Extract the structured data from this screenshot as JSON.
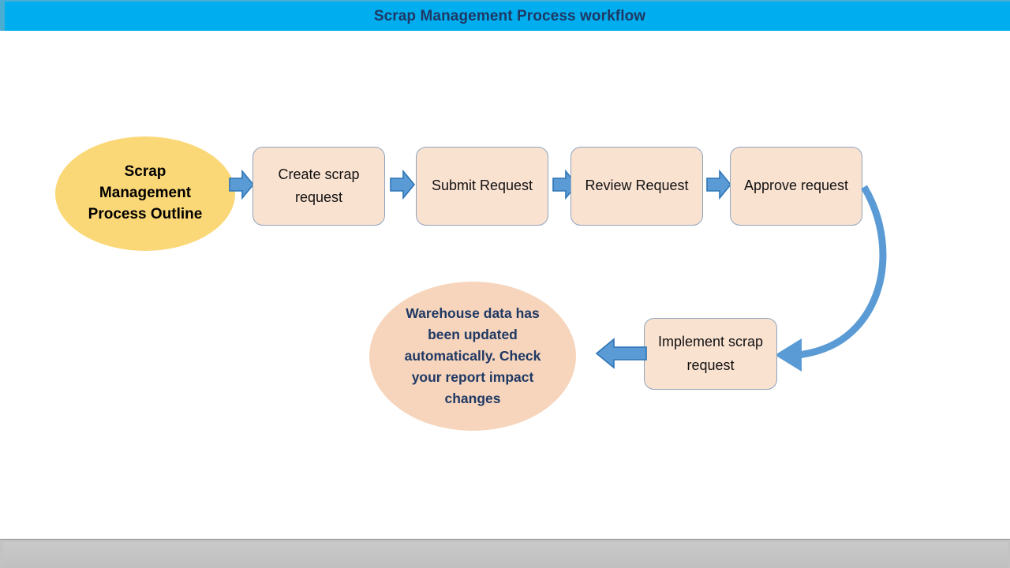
{
  "header": {
    "title": "Scrap Management Process workflow",
    "background_color": "#00AEEF",
    "text_color": "#1F3864"
  },
  "diagram": {
    "start_node": {
      "label": "Scrap Management Process Outline",
      "shape": "ellipse",
      "fill_color": "#FBD877",
      "text_color": "#000000"
    },
    "steps": [
      {
        "label": "Create scrap request",
        "shape": "rounded-rect",
        "fill_color": "#FAE2D1"
      },
      {
        "label": "Submit Request",
        "shape": "rounded-rect",
        "fill_color": "#FAE2D1"
      },
      {
        "label": "Review Request",
        "shape": "rounded-rect",
        "fill_color": "#FAE2D1"
      },
      {
        "label": "Approve request",
        "shape": "rounded-rect",
        "fill_color": "#FAE2D1"
      },
      {
        "label": "Implement scrap request",
        "shape": "rounded-rect",
        "fill_color": "#FAE2D1"
      }
    ],
    "end_node": {
      "label": "Warehouse data has been updated automatically. Check your report impact changes",
      "shape": "ellipse",
      "fill_color": "#F6D5BC",
      "text_color": "#1F3864"
    },
    "connectors": {
      "arrow_fill": "#5B9BD5",
      "arrow_stroke": "#2E75B6",
      "curve_color": "#5B9BD5",
      "names": [
        "arrow-start-to-create",
        "arrow-create-to-submit",
        "arrow-submit-to-review",
        "arrow-review-to-approve",
        "curve-approve-to-implement",
        "arrow-implement-to-end"
      ]
    }
  },
  "footer": {
    "background_color": "#C3C3C3"
  }
}
